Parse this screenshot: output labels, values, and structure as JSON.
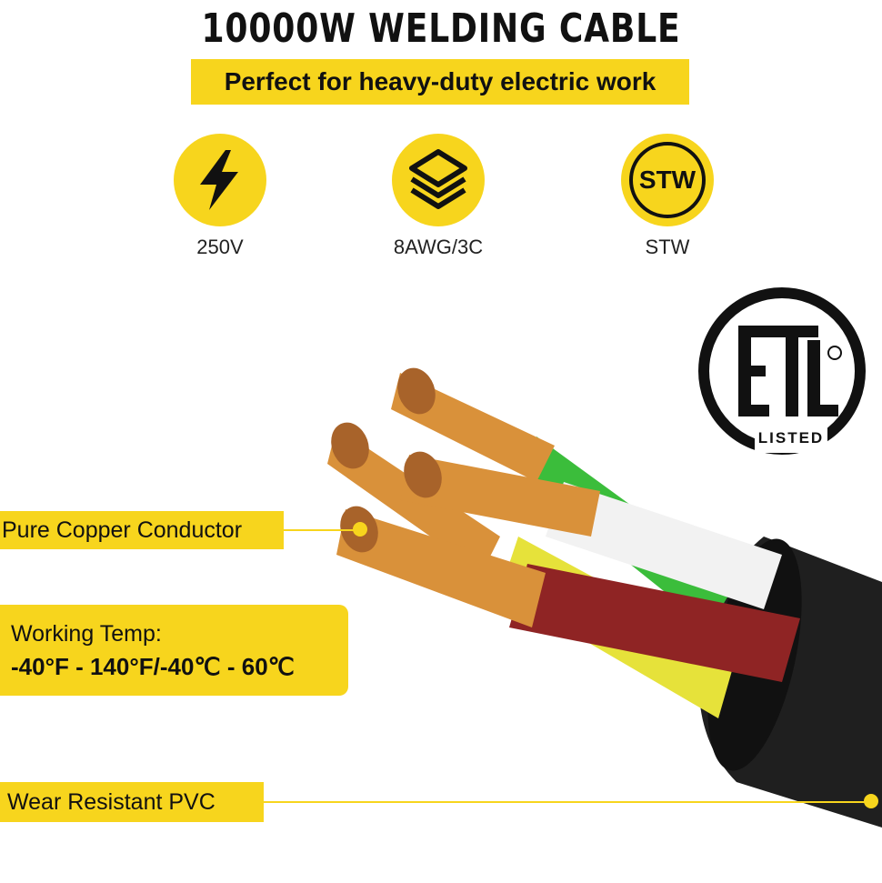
{
  "header": {
    "title": "10000W WELDING CABLE",
    "subtitle": "Perfect for heavy-duty electric work"
  },
  "specs": [
    {
      "icon": "lightning-bolt-icon",
      "label": "250V"
    },
    {
      "icon": "layers-icon",
      "label": "8AWG/3C"
    },
    {
      "icon": "stw-badge-icon",
      "badge_text": "STW",
      "label": "STW"
    }
  ],
  "certification": {
    "mark": "ETL",
    "listed_text": "LISTED"
  },
  "callouts": {
    "conductor": "Pure Copper Conductor",
    "temp_label": "Working Temp:",
    "temp_value": "-40°F - 140°F/-40℃ - 60℃",
    "jacket": "Wear Resistant PVC"
  },
  "colors": {
    "accent": "#f7d51d",
    "text": "#111111",
    "jacket": "#1a1a1a",
    "copper": "#d9913a"
  }
}
